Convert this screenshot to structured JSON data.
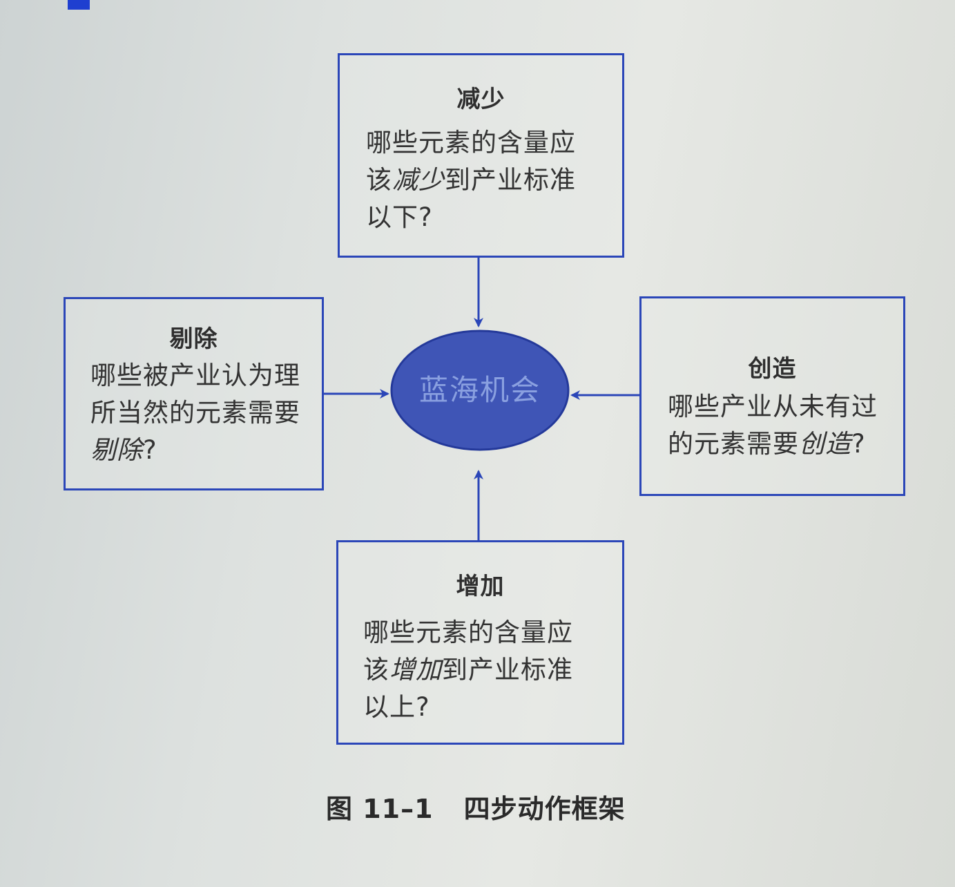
{
  "colors": {
    "frame": "#2b46b8",
    "ellipse_fill": "#3f55b6",
    "ellipse_text": "#8aa0e0",
    "arrow": "#2b46b8",
    "accent_mark": "#1f3fd0"
  },
  "center": {
    "line1": "蓝海",
    "line2": "机会"
  },
  "boxes": {
    "reduce": {
      "title": "减少",
      "line1": "哪些元素的含量应",
      "line2_pre": "该",
      "line2_em": "减少",
      "line2_post": "到产业标准",
      "line3": "以下?"
    },
    "eliminate": {
      "title": "剔除",
      "line1": "哪些被产业认为理",
      "line2": "所当然的元素需要",
      "line3_em": "剔除",
      "line3_post": "?"
    },
    "create": {
      "title": "创造",
      "line1": "哪些产业从未有过",
      "line2_pre": "的元素需要",
      "line2_em": "创造",
      "line2_post": "?"
    },
    "raise": {
      "title": "增加",
      "line1": "哪些元素的含量应",
      "line2_pre": "该",
      "line2_em": "增加",
      "line2_post": "到产业标准",
      "line3": "以上?"
    }
  },
  "caption": {
    "number": "图 11–1",
    "title": "四步动作框架"
  }
}
